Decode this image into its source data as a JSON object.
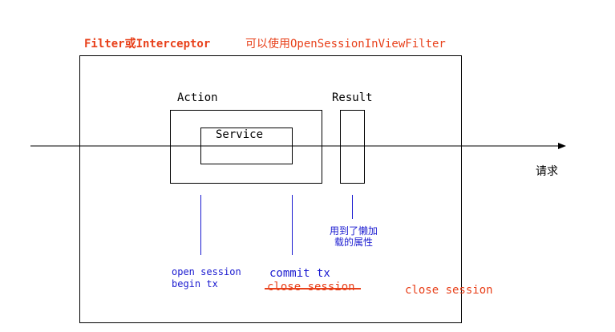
{
  "title": {
    "filter_label": "Filter或Interceptor",
    "osiv_label": "可以使用OpenSessionInViewFilter"
  },
  "boxes": {
    "action_label": "Action",
    "service_label": "Service",
    "result_label": "Result"
  },
  "request_label": "请求",
  "annotations": {
    "lazy_load": [
      "用到了懒加",
      "载的属性"
    ],
    "open_session": "open session",
    "begin_tx": "begin tx",
    "commit_tx": "commit tx",
    "close_session_struck": "close session",
    "close_session": "close session"
  },
  "colors": {
    "red": "#e8401a",
    "blue": "#1a1ad0",
    "black": "#000000"
  }
}
